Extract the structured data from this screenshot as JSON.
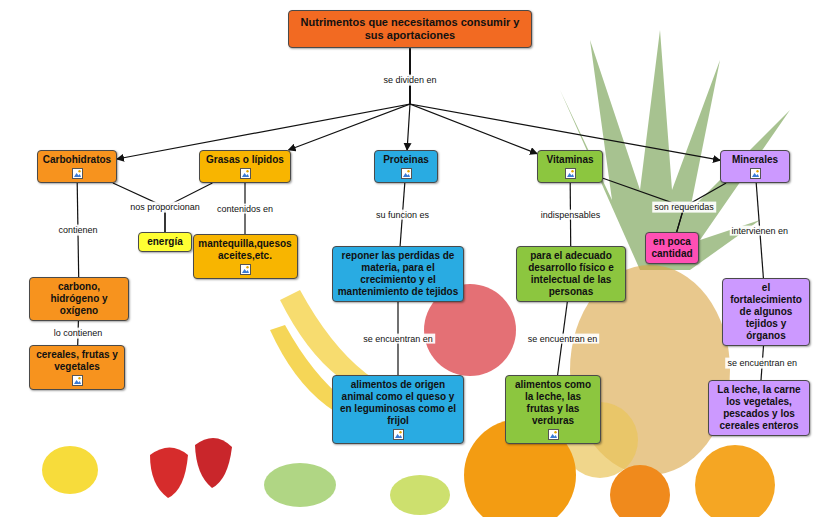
{
  "diagram": {
    "nodes": [
      {
        "text": [
          "Nutrimentos que necesitamos consumir y sus aportaciones"
        ]
      },
      {
        "text": [
          "Carbohidratos"
        ]
      },
      {
        "text": [
          "Grasas o lípidos"
        ]
      },
      {
        "text": [
          "Proteinas"
        ]
      },
      {
        "text": [
          "Vitaminas"
        ]
      },
      {
        "text": [
          "Minerales"
        ]
      },
      {
        "text": [
          "energía"
        ]
      },
      {
        "text": [
          "carbono, hidrógeno y oxígeno"
        ]
      },
      {
        "text": [
          "mantequilla,quesos aceites,etc."
        ]
      },
      {
        "text": [
          "reponer las perdidas de materia, para el crecimiento y el mantenimiento de tejidos"
        ]
      },
      {
        "text": [
          "para el adecuado desarrollo físico e intelectual de las personas"
        ]
      },
      {
        "text": [
          "en poca cantidad"
        ]
      },
      {
        "text": [
          "el fortalecimiento de algunos tejidos y órganos"
        ]
      },
      {
        "text": [
          "cereales, frutas y vegetales"
        ]
      },
      {
        "text": [
          "alimentos de origen animal como el queso y en leguminosas como el frijol"
        ]
      },
      {
        "text": [
          "alimentos como la leche, las frutas y las verduras"
        ]
      },
      {
        "text": [
          "La leche, la carne los vegetales, pescados y los cereales enteros"
        ]
      }
    ],
    "edges": [
      {
        "from": 0,
        "to": 1,
        "arrow": "to"
      },
      {
        "from": 0,
        "to": 2,
        "arrow": "to"
      },
      {
        "from": 0,
        "to": 3,
        "label": "se dividen en",
        "arrow": "to"
      },
      {
        "from": 0,
        "to": 4,
        "arrow": "to"
      },
      {
        "from": 0,
        "to": 5,
        "arrow": "to"
      },
      {
        "from": 1,
        "to": 7,
        "label": "contienen",
        "arrow": "none"
      },
      {
        "from": 7,
        "to": 13,
        "label": "lo contienen",
        "arrow": "none"
      },
      {
        "from": 1,
        "to": 6,
        "label": "nos proporcionan",
        "arrow": "none"
      },
      {
        "from": 2,
        "to": 6,
        "arrow": "none"
      },
      {
        "from": 2,
        "to": 8,
        "label": "contenidos en",
        "arrow": "none"
      },
      {
        "from": 3,
        "to": 9,
        "label": "su funcion es",
        "arrow": "none"
      },
      {
        "from": 9,
        "to": 14,
        "label": "se encuentran en",
        "arrow": "none"
      },
      {
        "from": 4,
        "to": 10,
        "label": "indispensables",
        "arrow": "none"
      },
      {
        "from": 10,
        "to": 15,
        "label": "se encuentran en",
        "arrow": "none"
      },
      {
        "from": 4,
        "to": 11,
        "label": "son requeridas",
        "arrow": "none"
      },
      {
        "from": 5,
        "to": 11,
        "arrow": "none"
      },
      {
        "from": 5,
        "to": 12,
        "label": "intervienen en",
        "arrow": "none"
      },
      {
        "from": 12,
        "to": 16,
        "label": "se encuentran en",
        "arrow": "none"
      }
    ]
  }
}
